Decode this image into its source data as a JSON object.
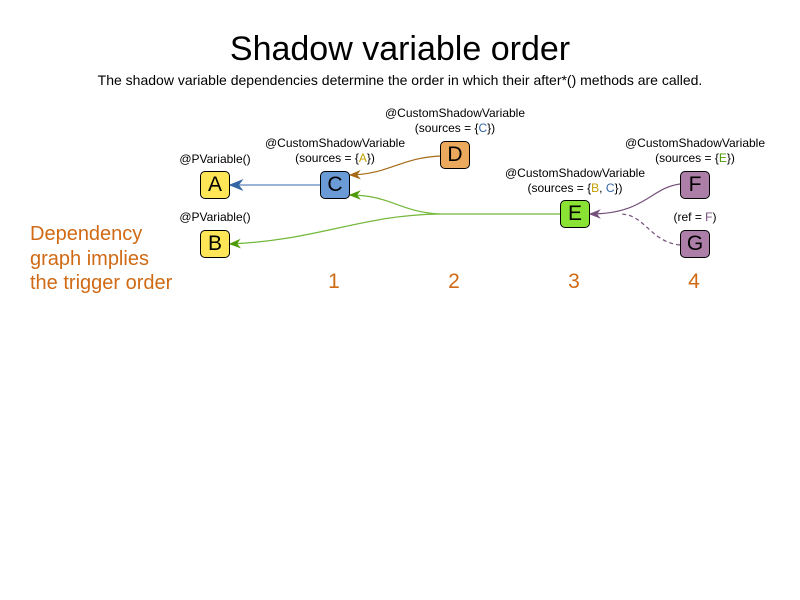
{
  "title": "Shadow variable order",
  "subtitle": "The shadow variable dependencies determine the order in which their after*() methods are called.",
  "side_text": [
    "Dependency",
    "graph implies",
    "the trigger order"
  ],
  "order_labels": [
    "1",
    "2",
    "3",
    "4"
  ],
  "colors": {
    "yellow": "#ffe657",
    "blue": "#6b9bd6",
    "orange": "#eba95e",
    "green": "#8ae234",
    "purple": "#ad7fa8",
    "accent": "#d06a15"
  },
  "nodes": {
    "A": {
      "label": "A",
      "annotation": "@PVariable()"
    },
    "B": {
      "label": "B",
      "annotation": "@PVariable()"
    },
    "C": {
      "label": "C",
      "annotation": "@CustomShadowVariable",
      "sources_prefix": "(sources = {",
      "sources": [
        "A"
      ],
      "sources_suffix": "})"
    },
    "D": {
      "label": "D",
      "annotation": "@CustomShadowVariable",
      "sources_prefix": "(sources = {",
      "sources": [
        "C"
      ],
      "sources_suffix": "})"
    },
    "E": {
      "label": "E",
      "annotation": "@CustomShadowVariable",
      "sources_prefix": "(sources = {",
      "sources": [
        "B",
        "C"
      ],
      "sources_suffix": "})"
    },
    "F": {
      "label": "F",
      "annotation": "@CustomShadowVariable",
      "sources_prefix": "(sources = {",
      "sources": [
        "E"
      ],
      "sources_suffix": "})"
    },
    "G": {
      "label": "G",
      "ref_prefix": "(ref = ",
      "ref": "F",
      "ref_suffix": ")"
    }
  },
  "edges": [
    {
      "from": "C",
      "to": "A"
    },
    {
      "from": "D",
      "to": "C"
    },
    {
      "from": "E",
      "to": "C"
    },
    {
      "from": "E",
      "to": "B"
    },
    {
      "from": "F",
      "to": "E"
    },
    {
      "from": "G",
      "to": "E",
      "style": "dashed"
    }
  ]
}
